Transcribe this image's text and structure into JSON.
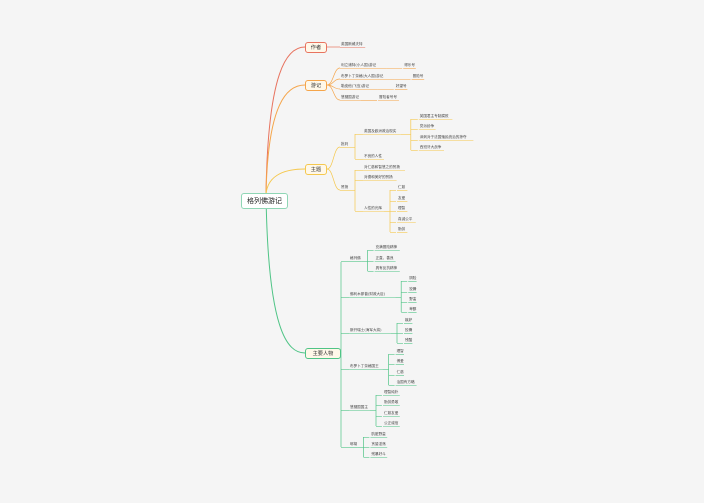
{
  "root": "格列佛游记",
  "colors": {
    "author": "#e8735f",
    "travels": "#f5a54a",
    "theme": "#f5c84e",
    "characters": "#4fc486",
    "root_border": "#8fd6b5",
    "background": "#f5f5f5"
  },
  "branches": [
    {
      "key": "author",
      "label": "作者",
      "children": [
        {
          "label": "英国斯威夫特"
        }
      ]
    },
    {
      "key": "travels",
      "label": "游记",
      "children": [
        {
          "label": "利立浦特(小人国)游记",
          "children": [
            {
              "label": "得乐号"
            }
          ]
        },
        {
          "label": "布罗卜丁奈格(大人国)游记",
          "children": [
            {
              "label": "冒险号"
            }
          ]
        },
        {
          "label": "勒皮他(飞岛)游记",
          "children": [
            {
              "label": "好望号"
            }
          ]
        },
        {
          "label": "慧骃国游记",
          "children": [
            {
              "label": "冒险者号号"
            }
          ]
        }
      ]
    },
    {
      "key": "theme",
      "label": "主题",
      "children": [
        {
          "label": "批判",
          "children": [
            {
              "label": "英国及欧洲政治现实",
              "children": [
                {
                  "label": "英国君主专制腐败"
                },
                {
                  "label": "党派纷争"
                },
                {
                  "label": "讽刺对于法国殖民统治的掠夺"
                },
                {
                  "label": "西班牙大战争"
                }
              ]
            },
            {
              "label": "不良的人性"
            }
          ]
        },
        {
          "label": "赞扬",
          "children": [
            {
              "label": "对仁慈和智慧之的赞扬"
            },
            {
              "label": "对德和美好的赞扬"
            },
            {
              "label": "人性的光辉",
              "children": [
                {
                  "label": "仁慈"
                },
                {
                  "label": "友爱"
                },
                {
                  "label": "理智"
                },
                {
                  "label": "真诚公平"
                },
                {
                  "label": "勤劳"
                }
              ]
            }
          ]
        }
      ]
    },
    {
      "key": "characters",
      "label": "主要人物",
      "children": [
        {
          "label": "格列佛",
          "children": [
            {
              "label": "充满冒险精神"
            },
            {
              "label": "正直、善良"
            },
            {
              "label": "具有反抗精神"
            }
          ]
        },
        {
          "label": "佛利木那普(财政大臣)",
          "children": [
            {
              "label": "阴险"
            },
            {
              "label": "狡猾"
            },
            {
              "label": "野蛮"
            },
            {
              "label": "卑鄙"
            }
          ]
        },
        {
          "label": "斯开瑞士(海军大将)",
          "children": [
            {
              "label": "嫉妒"
            },
            {
              "label": "狡猾"
            },
            {
              "label": "残酷"
            }
          ]
        },
        {
          "label": "布罗卜丁奈格国王",
          "children": [
            {
              "label": "理智"
            },
            {
              "label": "博爱"
            },
            {
              "label": "仁慈"
            },
            {
              "label": "治国有方略"
            }
          ]
        },
        {
          "label": "慧骃国国主",
          "children": [
            {
              "label": "理智纯朴"
            },
            {
              "label": "勤劳勇敢"
            },
            {
              "label": "仁慈友爱"
            },
            {
              "label": "公正诚信"
            }
          ]
        },
        {
          "label": "耶胡",
          "children": [
            {
              "label": "肮脏野蛮"
            },
            {
              "label": "贪婪淫荡"
            },
            {
              "label": "残暴好斗"
            }
          ]
        }
      ]
    }
  ]
}
